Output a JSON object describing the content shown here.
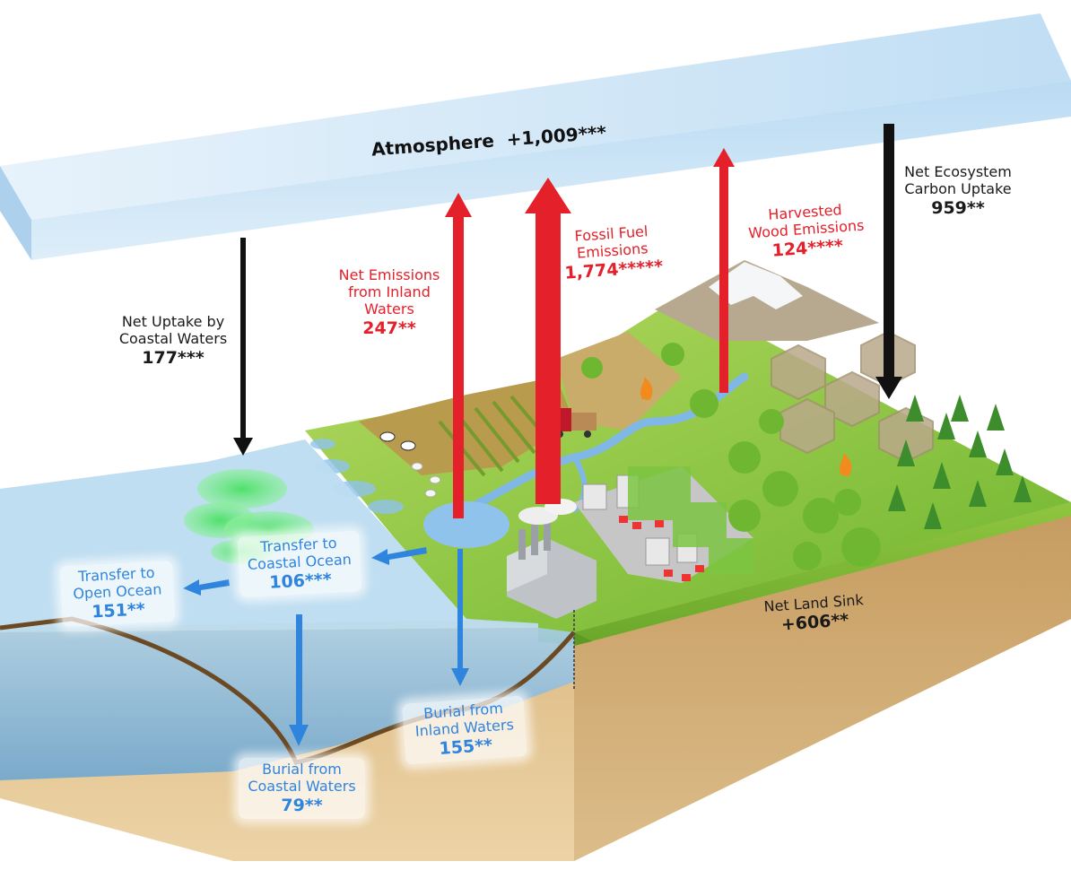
{
  "atmosphere": {
    "label": "Atmosphere",
    "value": "+1,009***"
  },
  "fossil_fuel": {
    "line1": "Fossil Fuel",
    "line2": "Emissions",
    "value": "1,774*****"
  },
  "inland_emissions": {
    "line1": "Net Emissions",
    "line2": "from Inland",
    "line3": "Waters",
    "value": "247**"
  },
  "harvested_wood": {
    "line1": "Harvested",
    "line2": "Wood Emissions",
    "value": "124****"
  },
  "ecosystem_uptake": {
    "line1": "Net Ecosystem",
    "line2": "Carbon Uptake",
    "value": "959**"
  },
  "coastal_uptake": {
    "line1": "Net Uptake by",
    "line2": "Coastal Waters",
    "value": "177***"
  },
  "coastal_transfer": {
    "line1": "Transfer to",
    "line2": "Coastal Ocean",
    "value": "106***"
  },
  "open_transfer": {
    "line1": "Transfer to",
    "line2": "Open Ocean",
    "value": "151**"
  },
  "inland_burial": {
    "line1": "Burial from",
    "line2": "Inland Waters",
    "value": "155**"
  },
  "coastal_burial": {
    "line1": "Burial from",
    "line2": "Coastal Waters",
    "value": "79**"
  },
  "land_sink": {
    "line1": "Net Land Sink",
    "value": "+606**"
  },
  "colors": {
    "emission": "#e4202a",
    "uptake": "#111111",
    "water_flow": "#2f84de",
    "atmosphere": "#cfe6f7",
    "land": "#8fc640",
    "soil": "#e6c48c",
    "ocean": "#8fbfe0"
  },
  "icons": [
    "cow-icon",
    "sheep-icon",
    "truck-icon",
    "factory-icon",
    "fire-icon",
    "mountain-icon",
    "tree-icon",
    "house-icon"
  ]
}
